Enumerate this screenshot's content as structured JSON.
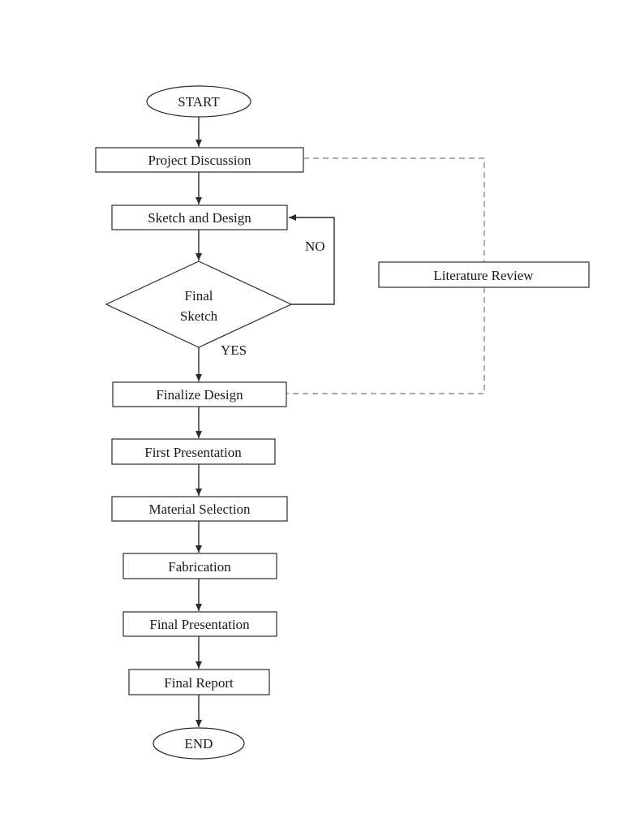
{
  "diagram": {
    "start": "START",
    "end": "END",
    "steps": {
      "project_discussion": "Project Discussion",
      "sketch_and_design": "Sketch and Design",
      "finalize_design": "Finalize Design",
      "first_presentation": "First Presentation",
      "material_selection": "Material Selection",
      "fabrication": "Fabrication",
      "final_presentation": "Final Presentation",
      "final_report": "Final Report",
      "literature_review": "Literature Review"
    },
    "decision": {
      "line1": "Final",
      "line2": "Sketch",
      "no_label": "NO",
      "yes_label": "YES"
    }
  }
}
